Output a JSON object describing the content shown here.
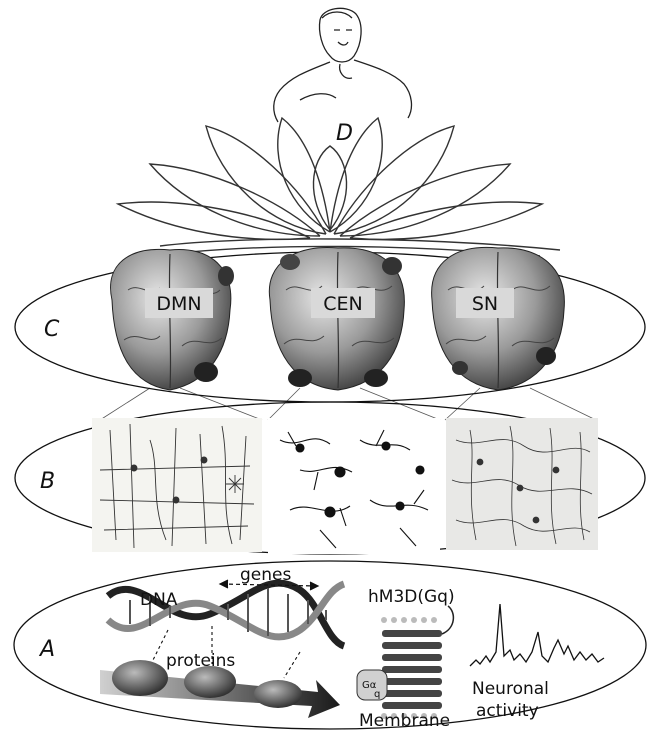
{
  "levels": {
    "d": "D",
    "c": "C",
    "b": "B",
    "a": "A"
  },
  "networks": [
    "DMN",
    "CEN",
    "SN"
  ],
  "molecular": {
    "dna": "DNA",
    "genes": "genes",
    "proteins": "proteins",
    "receptor": "hM3D(Gq)",
    "gq_alpha": "Gα",
    "gq_sub": "q",
    "membrane": "Membrane",
    "activity_line1": "Neuronal",
    "activity_line2": "activity"
  },
  "colors": {
    "ink": "#111111",
    "label_bg": "#d9d9d9",
    "membrane_bar": "#555555"
  }
}
